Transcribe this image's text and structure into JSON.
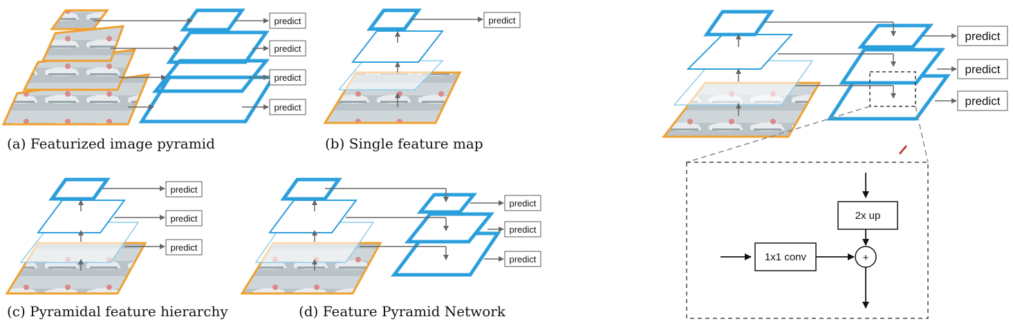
{
  "captions": {
    "a": "(a) Featurized image pyramid",
    "b": "(b) Single feature map",
    "c": "(c) Pyramidal feature hierarchy",
    "d": "(d) Feature Pyramid Network"
  },
  "predict_label": "predict",
  "detail": {
    "upsample_label": "2x up",
    "lateral_label": "1x1 conv",
    "merge_symbol": "+"
  },
  "colors": {
    "feature_blue": "#2b9fdc",
    "image_orange": "#f0a030",
    "arrow_gray": "#666666",
    "line_black": "#111111"
  }
}
